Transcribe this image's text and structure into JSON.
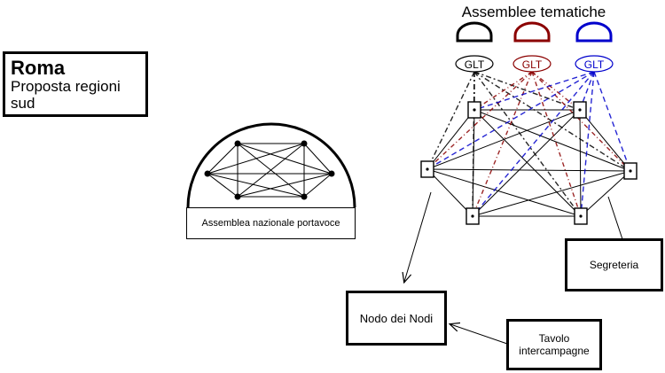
{
  "title": {
    "main": "Roma",
    "sub": "Proposta regioni sud"
  },
  "assembly": {
    "label": "Assemblea nazionale portavoce"
  },
  "themes": {
    "heading": "Assemblee tematiche",
    "groups": [
      {
        "label": "GLT",
        "color": "#000000"
      },
      {
        "label": "GLT",
        "color": "#8b0000"
      },
      {
        "label": "GLT",
        "color": "#0000cc"
      }
    ]
  },
  "segreteria": {
    "label": "Segreteria"
  },
  "nodo": {
    "label": "Nodo dei Nodi"
  },
  "tavolo": {
    "label": "Tavolo intercampagne"
  }
}
